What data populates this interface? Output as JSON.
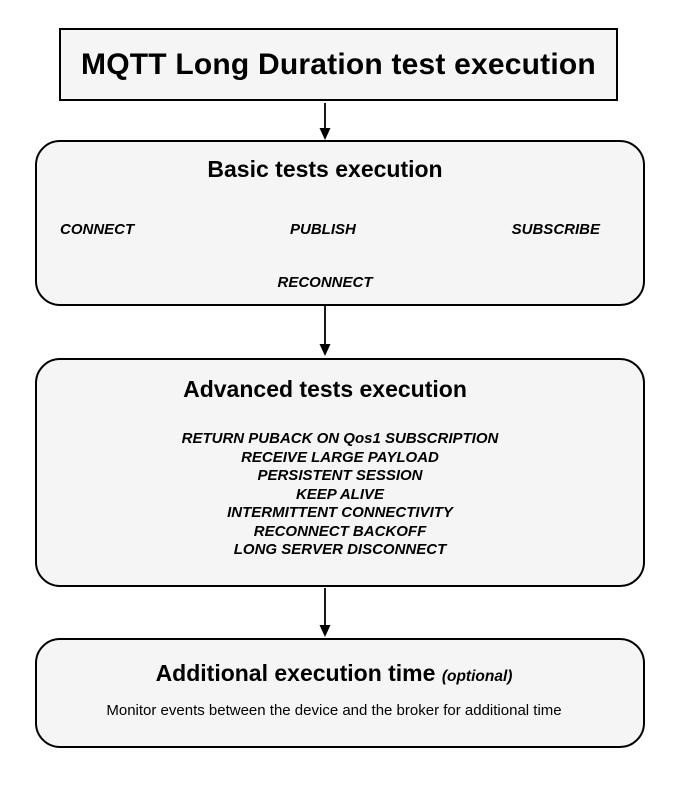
{
  "colors": {
    "background": "#ffffff",
    "box_fill": "#f5f5f5",
    "border": "#000000",
    "text": "#000000"
  },
  "title_box": {
    "label": "MQTT Long Duration test execution"
  },
  "basic": {
    "title": "Basic tests execution",
    "row1": [
      "CONNECT",
      "PUBLISH",
      "SUBSCRIBE"
    ],
    "row2": [
      "RECONNECT"
    ]
  },
  "advanced": {
    "title": "Advanced tests execution",
    "items": [
      "RETURN PUBACK ON Qos1 SUBSCRIPTION",
      "RECEIVE LARGE PAYLOAD",
      "PERSISTENT SESSION",
      "KEEP ALIVE",
      "INTERMITTENT CONNECTIVITY",
      "RECONNECT BACKOFF",
      "LONG SERVER DISCONNECT"
    ]
  },
  "additional": {
    "title": "Additional execution time",
    "suffix": "(optional)",
    "description": "Monitor events between the device and the broker for additional time"
  }
}
